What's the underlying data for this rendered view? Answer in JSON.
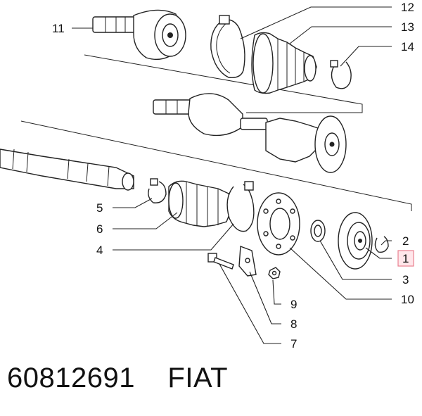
{
  "caption": "60812691    FIAT",
  "highlight_color": "#e8808f",
  "labels": {
    "l1": "1",
    "l2": "2",
    "l3": "3",
    "l4": "4",
    "l5": "5",
    "l6": "6",
    "l7": "7",
    "l8": "8",
    "l9": "9",
    "l10": "10",
    "l11": "11",
    "l12": "12",
    "l13": "13",
    "l14": "14"
  }
}
